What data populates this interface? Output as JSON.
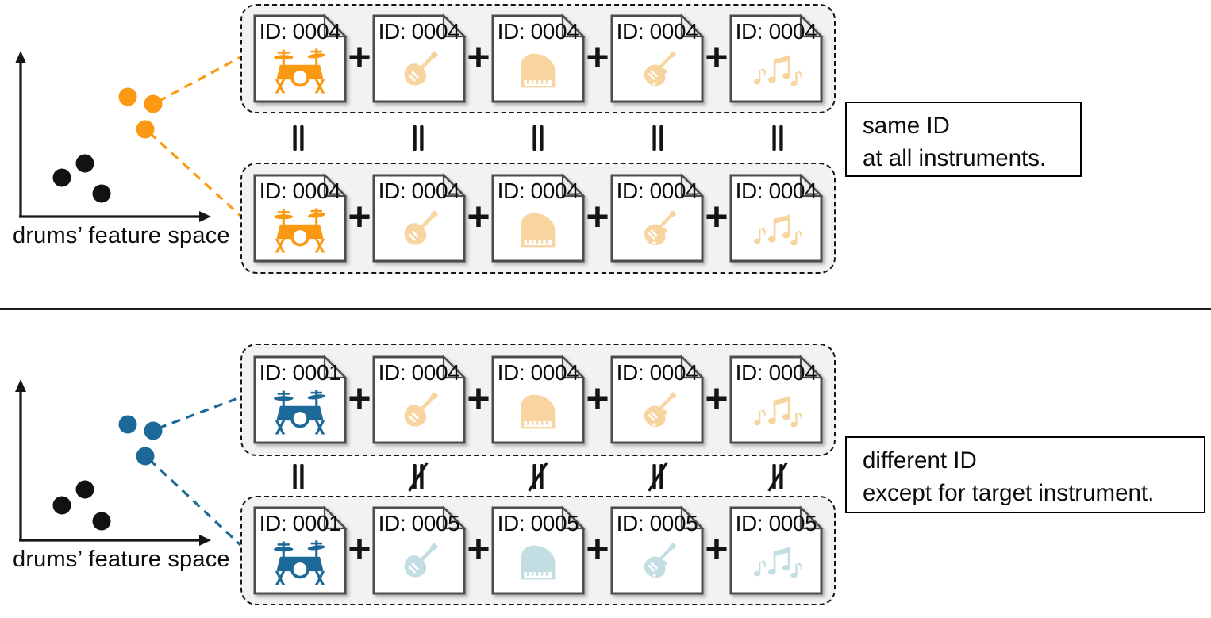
{
  "colors": {
    "target_orange": "#FB9A12",
    "light_orange": "#F8D5A0",
    "target_blue": "#1C6899",
    "light_teal": "#C2DEE2",
    "dot_black": "#121212"
  },
  "plus_label": "+",
  "sections": [
    {
      "feature_space_label": "drums’ feature space",
      "note_box": {
        "line1": "same ID",
        "line2": "at all instruments."
      },
      "relations": [
        "equal",
        "equal",
        "equal",
        "equal",
        "equal"
      ],
      "rows": [
        {
          "cards": [
            {
              "id_label": "ID: 0004",
              "instrument": "drums"
            },
            {
              "id_label": "ID: 0004",
              "instrument": "bass"
            },
            {
              "id_label": "ID: 0004",
              "instrument": "piano"
            },
            {
              "id_label": "ID: 0004",
              "instrument": "guitar"
            },
            {
              "id_label": "ID: 0004",
              "instrument": "residual-notes"
            }
          ]
        },
        {
          "cards": [
            {
              "id_label": "ID: 0004",
              "instrument": "drums"
            },
            {
              "id_label": "ID: 0004",
              "instrument": "bass"
            },
            {
              "id_label": "ID: 0004",
              "instrument": "piano"
            },
            {
              "id_label": "ID: 0004",
              "instrument": "guitar"
            },
            {
              "id_label": "ID: 0004",
              "instrument": "residual-notes"
            }
          ]
        }
      ]
    },
    {
      "feature_space_label": "drums’ feature space",
      "note_box": {
        "line1": "different ID",
        "line2": "except for target instrument."
      },
      "relations": [
        "equal",
        "not-equal",
        "not-equal",
        "not-equal",
        "not-equal"
      ],
      "rows": [
        {
          "cards": [
            {
              "id_label": "ID: 0001",
              "instrument": "drums"
            },
            {
              "id_label": "ID: 0004",
              "instrument": "bass"
            },
            {
              "id_label": "ID: 0004",
              "instrument": "piano"
            },
            {
              "id_label": "ID: 0004",
              "instrument": "guitar"
            },
            {
              "id_label": "ID: 0004",
              "instrument": "residual-notes"
            }
          ]
        },
        {
          "cards": [
            {
              "id_label": "ID: 0001",
              "instrument": "drums"
            },
            {
              "id_label": "ID: 0005",
              "instrument": "bass"
            },
            {
              "id_label": "ID: 0005",
              "instrument": "piano"
            },
            {
              "id_label": "ID: 0005",
              "instrument": "guitar"
            },
            {
              "id_label": "ID: 0005",
              "instrument": "residual-notes"
            }
          ]
        }
      ]
    }
  ]
}
